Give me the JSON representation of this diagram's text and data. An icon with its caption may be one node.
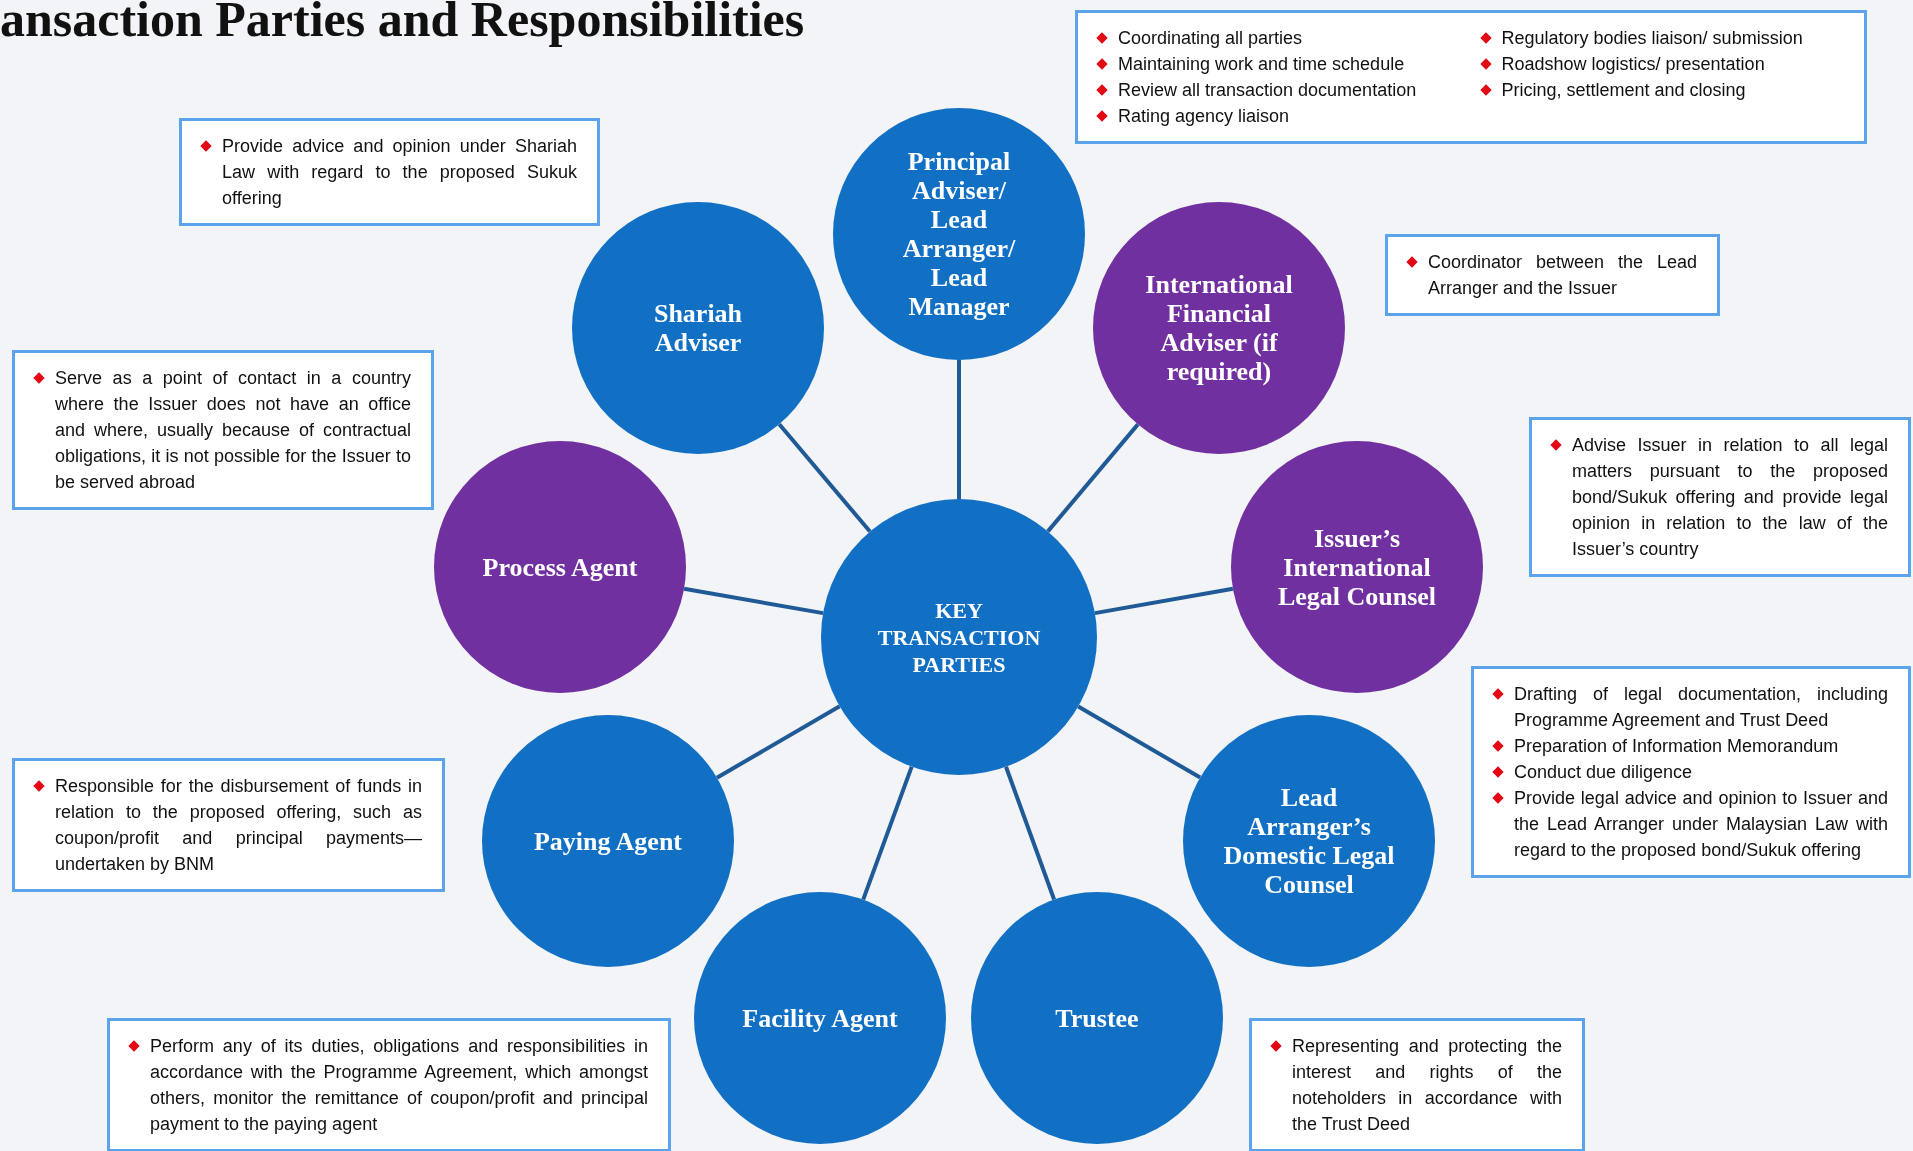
{
  "diagram": {
    "title": "ansaction Parties and Responsibilities",
    "nodes": [
      {
        "text": [
          "Coordinating all parties",
          "Maintaining work and time schedule",
          "Review all transaction documentation",
          "Rating agency liaison",
          "Regulatory bodies liaison/ submission",
          "Roadshow logistics/ presentation",
          "Pricing, settlement and closing"
        ]
      },
      {
        "text": [
          "Provide advice and opinion under Shariah Law with regard to the proposed Sukuk offering"
        ]
      },
      {
        "text": [
          "Principal Adviser/ Lead Arranger/ Lead Manager"
        ]
      },
      {
        "text": [
          "Shariah Adviser"
        ]
      },
      {
        "text": [
          "International Financial Adviser (if required)"
        ]
      },
      {
        "text": [
          "Coordinator between the Lead Arranger and the Issuer"
        ]
      },
      {
        "text": [
          "Serve as a point of contact in a country where the Issuer does not have an office and where, usually because of contractual obligations, it is not possible for the Issuer to be served abroad"
        ]
      },
      {
        "text": [
          "Process Agent"
        ]
      },
      {
        "text": [
          "KEY TRANSACTION PARTIES"
        ]
      },
      {
        "text": [
          "Issuer’s International Legal Counsel"
        ]
      },
      {
        "text": [
          "Advise Issuer in relation to all legal matters pursuant to the proposed bond/Sukuk offering and provide legal opinion in relation to the law of the Issuer’s country"
        ]
      },
      {
        "text": [
          "Drafting of legal documentation, including Programme Agreement and Trust Deed",
          "Preparation of Information Memorandum",
          "Conduct due diligence",
          "Provide legal advice and opinion to Issuer and the Lead Arranger under Malaysian Law with regard to the proposed bond/Sukuk offering"
        ]
      },
      {
        "text": [
          "Responsible for the disbursement of funds in relation to the proposed offering, such as coupon/profit and principal payments—undertaken by BNM"
        ]
      },
      {
        "text": [
          "Paying Agent"
        ]
      },
      {
        "text": [
          "Lead Arranger’s Domestic Legal Counsel"
        ]
      },
      {
        "text": [
          "Facility Agent"
        ]
      },
      {
        "text": [
          "Trustee"
        ]
      },
      {
        "text": [
          "Perform any of its duties, obligations and responsibilities in accordance with the Programme Agreement, which amongst others, monitor the remittance of coupon/profit and principal payment to the paying agent"
        ]
      },
      {
        "text": [
          "Representing and protecting the interest and rights of the noteholders in accordance with the Trust Deed"
        ]
      }
    ],
    "edges": [
      {
        "from": 8,
        "to": 2,
        "arrow": "none"
      },
      {
        "from": 8,
        "to": 3,
        "arrow": "none"
      },
      {
        "from": 8,
        "to": 4,
        "arrow": "none"
      },
      {
        "from": 8,
        "to": 7,
        "arrow": "none"
      },
      {
        "from": 8,
        "to": 9,
        "arrow": "none"
      },
      {
        "from": 8,
        "to": 13,
        "arrow": "none"
      },
      {
        "from": 8,
        "to": 14,
        "arrow": "none"
      },
      {
        "from": 8,
        "to": 15,
        "arrow": "none"
      },
      {
        "from": 8,
        "to": 16,
        "arrow": "none"
      }
    ]
  }
}
